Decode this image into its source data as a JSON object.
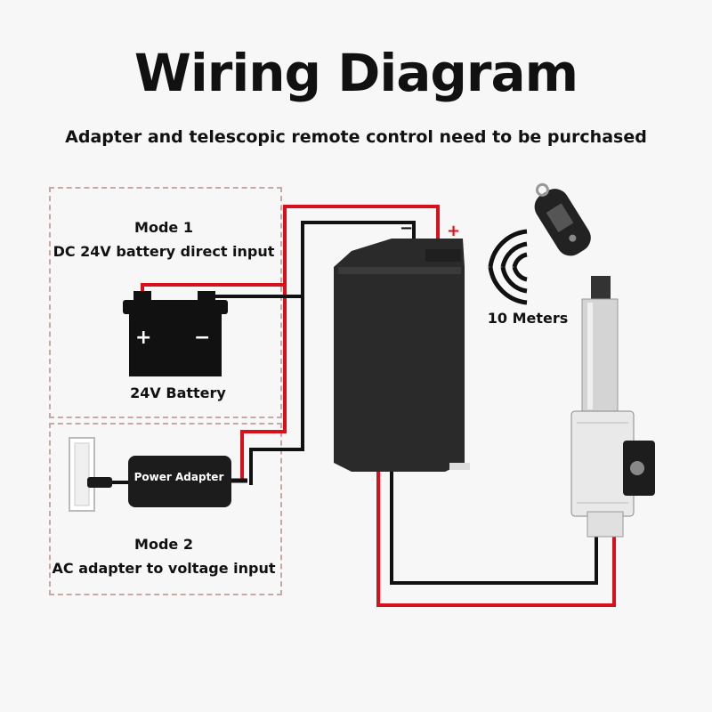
{
  "title": "Wiring Diagram",
  "subtitle": "Adapter and telescopic remote control need to be purchased",
  "mode1": {
    "heading": "Mode 1",
    "description": "DC 24V battery direct input"
  },
  "battery": {
    "label": "24V Battery",
    "plus": "+",
    "minus": "−"
  },
  "mode2": {
    "heading": "Mode 2",
    "description": "AC adapter to voltage input"
  },
  "power_adapter": {
    "label": "Power Adapter"
  },
  "controller": {
    "minus": "−",
    "plus": "+"
  },
  "remote": {
    "range_label": "10 Meters"
  },
  "colors": {
    "positive_wire": "#d8101b",
    "negative_wire": "#111111",
    "device": "#2a2a2a"
  }
}
